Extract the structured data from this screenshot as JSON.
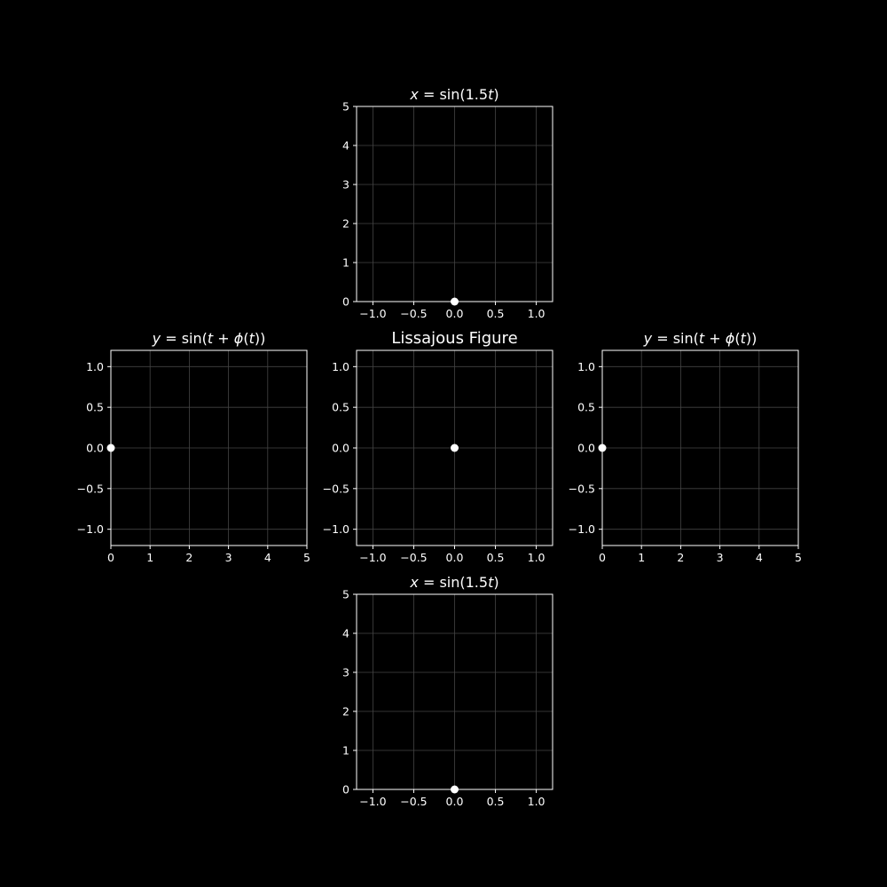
{
  "figure": {
    "background": "#000000",
    "axes_color": "#ffffff",
    "grid_color": "#444444",
    "marker_color": "#ffffff"
  },
  "chart_data": [
    {
      "id": "top-xt-plot",
      "type": "line",
      "title": "x = sin(1.5t)",
      "title_parts": [
        {
          "t": "x",
          "i": true
        },
        {
          "t": " = sin(1.5",
          "i": false
        },
        {
          "t": "t",
          "i": true
        },
        {
          "t": ")",
          "i": false
        }
      ],
      "xlim": [
        -1.2,
        1.2
      ],
      "ylim": [
        0,
        5
      ],
      "xticks": [
        -1.0,
        -0.5,
        0.0,
        0.5,
        1.0
      ],
      "yticks": [
        0,
        1,
        2,
        3,
        4,
        5
      ],
      "xtick_labels": [
        "−1.0",
        "−0.5",
        "0.0",
        "0.5",
        "1.0"
      ],
      "ytick_labels": [
        "0",
        "1",
        "2",
        "3",
        "4",
        "5"
      ],
      "grid": true,
      "series": [
        {
          "x": [],
          "y": []
        }
      ],
      "marker": {
        "x": 0.0,
        "y": 0.0
      }
    },
    {
      "id": "left-yt-plot",
      "type": "line",
      "title": "y = sin(t + ϕ(t))",
      "title_parts": [
        {
          "t": "y",
          "i": true
        },
        {
          "t": " = sin(",
          "i": false
        },
        {
          "t": "t",
          "i": true
        },
        {
          "t": " + ",
          "i": false
        },
        {
          "t": "ϕ",
          "i": true
        },
        {
          "t": "(",
          "i": false
        },
        {
          "t": "t",
          "i": true
        },
        {
          "t": "))",
          "i": false
        }
      ],
      "xlim": [
        0,
        5
      ],
      "ylim": [
        -1.2,
        1.2
      ],
      "xticks": [
        0,
        1,
        2,
        3,
        4,
        5
      ],
      "yticks": [
        -1.0,
        -0.5,
        0.0,
        0.5,
        1.0
      ],
      "xtick_labels": [
        "0",
        "1",
        "2",
        "3",
        "4",
        "5"
      ],
      "ytick_labels": [
        "−1.0",
        "−0.5",
        "0.0",
        "0.5",
        "1.0"
      ],
      "grid": true,
      "series": [
        {
          "x": [],
          "y": []
        }
      ],
      "marker": {
        "x": 0.0,
        "y": 0.0
      }
    },
    {
      "id": "lissajous-plot",
      "type": "line",
      "title": "Lissajous Figure",
      "title_parts": [
        {
          "t": "Lissajous Figure",
          "i": false
        }
      ],
      "title_main": true,
      "xlim": [
        -1.2,
        1.2
      ],
      "ylim": [
        -1.2,
        1.2
      ],
      "xticks": [
        -1.0,
        -0.5,
        0.0,
        0.5,
        1.0
      ],
      "yticks": [
        -1.0,
        -0.5,
        0.0,
        0.5,
        1.0
      ],
      "xtick_labels": [
        "−1.0",
        "−0.5",
        "0.0",
        "0.5",
        "1.0"
      ],
      "ytick_labels": [
        "−1.0",
        "−0.5",
        "0.0",
        "0.5",
        "1.0"
      ],
      "grid": true,
      "series": [
        {
          "x": [],
          "y": []
        }
      ],
      "marker": {
        "x": 0.0,
        "y": 0.0
      }
    },
    {
      "id": "right-yt-plot",
      "type": "line",
      "title": "y = sin(t + ϕ(t))",
      "title_parts": [
        {
          "t": "y",
          "i": true
        },
        {
          "t": " = sin(",
          "i": false
        },
        {
          "t": "t",
          "i": true
        },
        {
          "t": " + ",
          "i": false
        },
        {
          "t": "ϕ",
          "i": true
        },
        {
          "t": "(",
          "i": false
        },
        {
          "t": "t",
          "i": true
        },
        {
          "t": "))",
          "i": false
        }
      ],
      "xlim": [
        0,
        5
      ],
      "ylim": [
        -1.2,
        1.2
      ],
      "xticks": [
        0,
        1,
        2,
        3,
        4,
        5
      ],
      "yticks": [
        -1.0,
        -0.5,
        0.0,
        0.5,
        1.0
      ],
      "xtick_labels": [
        "0",
        "1",
        "2",
        "3",
        "4",
        "5"
      ],
      "ytick_labels": [
        "−1.0",
        "−0.5",
        "0.0",
        "0.5",
        "1.0"
      ],
      "grid": true,
      "series": [
        {
          "x": [],
          "y": []
        }
      ],
      "marker": {
        "x": 0.0,
        "y": 0.0
      }
    },
    {
      "id": "bottom-xt-plot",
      "type": "line",
      "title": "x = sin(1.5t)",
      "title_parts": [
        {
          "t": "x",
          "i": true
        },
        {
          "t": " = sin(1.5",
          "i": false
        },
        {
          "t": "t",
          "i": true
        },
        {
          "t": ")",
          "i": false
        }
      ],
      "xlim": [
        -1.2,
        1.2
      ],
      "ylim": [
        0,
        5
      ],
      "xticks": [
        -1.0,
        -0.5,
        0.0,
        0.5,
        1.0
      ],
      "yticks": [
        0,
        1,
        2,
        3,
        4,
        5
      ],
      "xtick_labels": [
        "−1.0",
        "−0.5",
        "0.0",
        "0.5",
        "1.0"
      ],
      "ytick_labels": [
        "0",
        "1",
        "2",
        "3",
        "4",
        "5"
      ],
      "grid": true,
      "series": [
        {
          "x": [],
          "y": []
        }
      ],
      "marker": {
        "x": 0.0,
        "y": 0.0
      }
    }
  ]
}
